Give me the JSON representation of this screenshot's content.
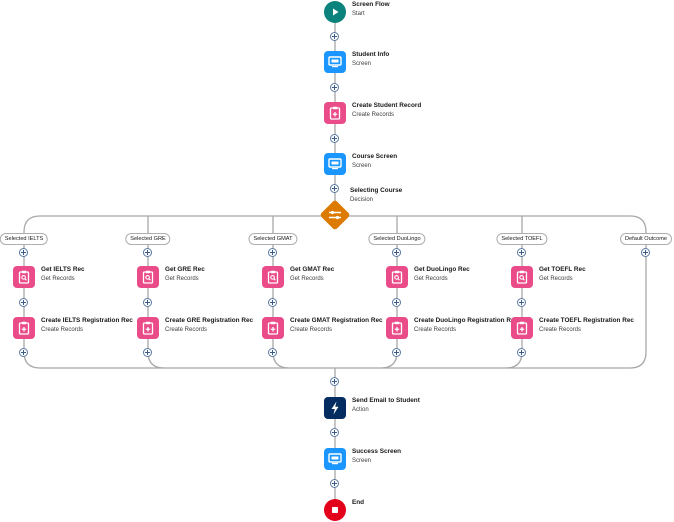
{
  "start": {
    "title": "Screen Flow",
    "subtitle": "Start",
    "icon": "play-icon"
  },
  "student_info": {
    "title": "Student Info",
    "subtitle": "Screen",
    "icon": "screen-icon"
  },
  "create_student": {
    "title": "Create Student Record",
    "subtitle": "Create Records",
    "icon": "create-records-icon"
  },
  "course_screen": {
    "title": "Course Screen",
    "subtitle": "Screen",
    "icon": "screen-icon"
  },
  "decision": {
    "title": "Selecting Course",
    "subtitle": "Decision",
    "icon": "decision-icon"
  },
  "branches": [
    {
      "outcome": "Selected IELTS",
      "get": {
        "title": "Get IELTS Rec",
        "subtitle": "Get Records"
      },
      "create": {
        "title": "Create IELTS Registration Rec",
        "subtitle": "Create Records"
      }
    },
    {
      "outcome": "Selected GRE",
      "get": {
        "title": "Get GRE Rec",
        "subtitle": "Get Records"
      },
      "create": {
        "title": "Create GRE Registration Rec",
        "subtitle": "Create Records"
      }
    },
    {
      "outcome": "Selected GMAT",
      "get": {
        "title": "Get GMAT Rec",
        "subtitle": "Get Records"
      },
      "create": {
        "title": "Create GMAT Registration Rec",
        "subtitle": "Create Records"
      }
    },
    {
      "outcome": "Selected DuoLingo",
      "get": {
        "title": "Get DuoLingo Rec",
        "subtitle": "Get Records"
      },
      "create": {
        "title": "Create DuoLingo Registration Rec",
        "subtitle": "Create Records"
      }
    },
    {
      "outcome": "Selected TOEFL",
      "get": {
        "title": "Get TOEFL Rec",
        "subtitle": "Get Records"
      },
      "create": {
        "title": "Create TOEFL Registration Rec",
        "subtitle": "Create Records"
      }
    }
  ],
  "default_outcome": {
    "label": "Default Outcome"
  },
  "send_email": {
    "title": "Send Email to Student",
    "subtitle": "Action",
    "icon": "lightning-icon"
  },
  "success_screen": {
    "title": "Success Screen",
    "subtitle": "Screen",
    "icon": "screen-icon"
  },
  "end": {
    "title": "End",
    "icon": "stop-icon"
  },
  "colors": {
    "start": "#0b827c",
    "screen": "#1b96ff",
    "records": "#ea4c89",
    "decision": "#dd7a01",
    "action": "#032d60",
    "end": "#e3001b",
    "connector": "#a8a8a8"
  }
}
